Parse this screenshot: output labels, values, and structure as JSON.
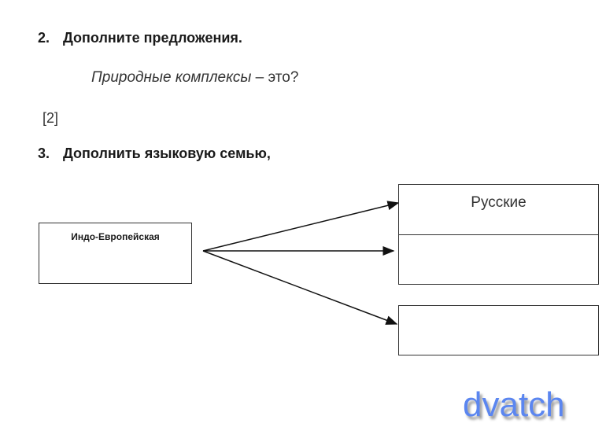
{
  "q2": {
    "number": "2.",
    "title": "Дополните предложения."
  },
  "sentence": {
    "term": "Природные комплексы",
    "rest": " – это?"
  },
  "points": "[2]",
  "q3": {
    "number": "3.",
    "title": "Дополнить языковую семью,"
  },
  "diagram": {
    "source": "Индо-Европейская",
    "targets": [
      "Русские",
      "",
      ""
    ]
  },
  "watermark": "dvatch"
}
